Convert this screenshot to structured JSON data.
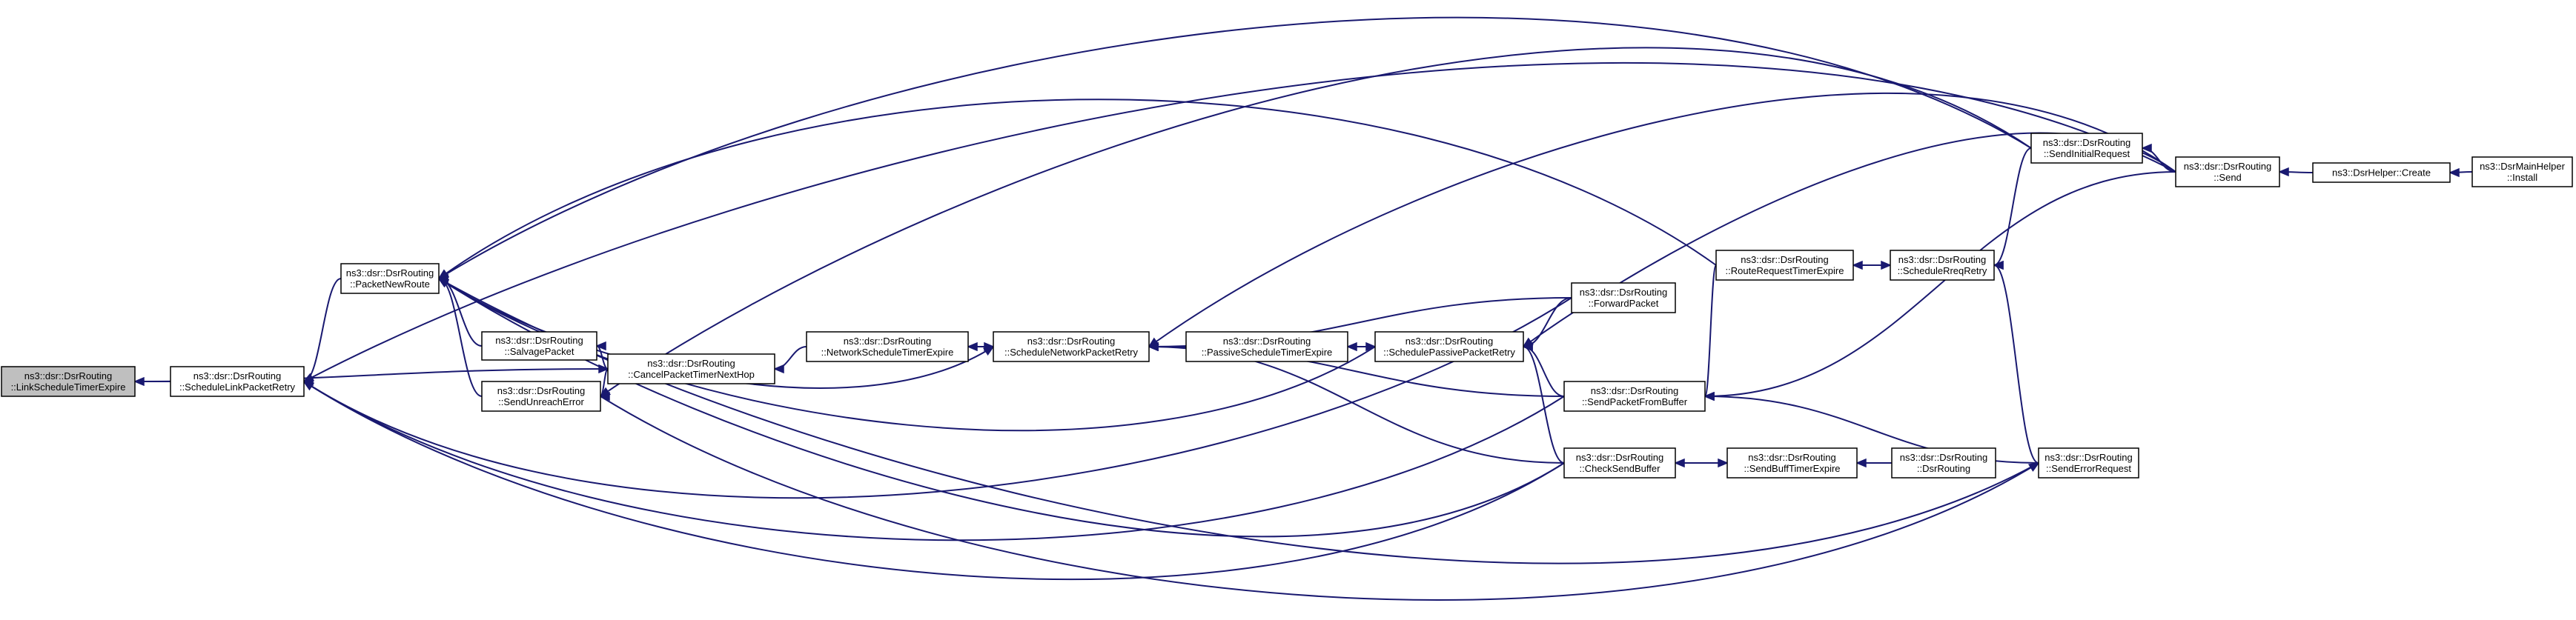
{
  "graph": {
    "edge_color": "#191970",
    "root_fill": "#bfbfbf",
    "node_fill": "#ffffff",
    "nodes": [
      {
        "id": "link_schedule_timer_expire",
        "lines": [
          "ns3::dsr::DsrRouting",
          "::LinkScheduleTimerExpire"
        ],
        "root": true
      },
      {
        "id": "schedule_link_packet_retry",
        "lines": [
          "ns3::dsr::DsrRouting",
          "::ScheduleLinkPacketRetry"
        ]
      },
      {
        "id": "packet_new_route",
        "lines": [
          "ns3::dsr::DsrRouting",
          "::PacketNewRoute"
        ]
      },
      {
        "id": "salvage_packet",
        "lines": [
          "ns3::dsr::DsrRouting",
          "::SalvagePacket"
        ]
      },
      {
        "id": "send_unreach_error",
        "lines": [
          "ns3::dsr::DsrRouting",
          "::SendUnreachError"
        ]
      },
      {
        "id": "cancel_packet_timer_next_hop",
        "lines": [
          "ns3::dsr::DsrRouting",
          "::CancelPacketTimerNextHop"
        ]
      },
      {
        "id": "network_schedule_timer_expire",
        "lines": [
          "ns3::dsr::DsrRouting",
          "::NetworkScheduleTimerExpire"
        ]
      },
      {
        "id": "schedule_network_packet_retry",
        "lines": [
          "ns3::dsr::DsrRouting",
          "::ScheduleNetworkPacketRetry"
        ]
      },
      {
        "id": "passive_schedule_timer_expire",
        "lines": [
          "ns3::dsr::DsrRouting",
          "::PassiveScheduleTimerExpire"
        ]
      },
      {
        "id": "schedule_passive_packet_retry",
        "lines": [
          "ns3::dsr::DsrRouting",
          "::SchedulePassivePacketRetry"
        ]
      },
      {
        "id": "forward_packet",
        "lines": [
          "ns3::dsr::DsrRouting",
          "::ForwardPacket"
        ]
      },
      {
        "id": "send_packet_from_buffer",
        "lines": [
          "ns3::dsr::DsrRouting",
          "::SendPacketFromBuffer"
        ]
      },
      {
        "id": "check_send_buffer",
        "lines": [
          "ns3::dsr::DsrRouting",
          "::CheckSendBuffer"
        ]
      },
      {
        "id": "send_buff_timer_expire",
        "lines": [
          "ns3::dsr::DsrRouting",
          "::SendBuffTimerExpire"
        ]
      },
      {
        "id": "dsr_routing_ctor",
        "lines": [
          "ns3::dsr::DsrRouting",
          "::DsrRouting"
        ]
      },
      {
        "id": "route_request_timer_expire",
        "lines": [
          "ns3::dsr::DsrRouting",
          "::RouteRequestTimerExpire"
        ]
      },
      {
        "id": "schedule_rreq_retry",
        "lines": [
          "ns3::dsr::DsrRouting",
          "::ScheduleRreqRetry"
        ]
      },
      {
        "id": "send_initial_request",
        "lines": [
          "ns3::dsr::DsrRouting",
          "::SendInitialRequest"
        ]
      },
      {
        "id": "send_error_request",
        "lines": [
          "ns3::dsr::DsrRouting",
          "::SendErrorRequest"
        ]
      },
      {
        "id": "send",
        "lines": [
          "ns3::dsr::DsrRouting",
          "::Send"
        ]
      },
      {
        "id": "dsr_helper_create",
        "lines": [
          "ns3::DsrHelper::Create"
        ]
      },
      {
        "id": "dsr_main_helper_install",
        "lines": [
          "ns3::DsrMainHelper",
          "::Install"
        ]
      }
    ],
    "edges": [
      [
        "schedule_link_packet_retry",
        "link_schedule_timer_expire"
      ],
      [
        "link_schedule_timer_expire",
        "cancel_packet_timer_next_hop"
      ],
      [
        "packet_new_route",
        "schedule_link_packet_retry"
      ],
      [
        "forward_packet",
        "schedule_link_packet_retry"
      ],
      [
        "send",
        "schedule_link_packet_retry"
      ],
      [
        "send_packet_from_buffer",
        "schedule_link_packet_retry"
      ],
      [
        "check_send_buffer",
        "schedule_link_packet_retry"
      ],
      [
        "salvage_packet",
        "packet_new_route"
      ],
      [
        "send_unreach_error",
        "packet_new_route"
      ],
      [
        "send_initial_request",
        "packet_new_route"
      ],
      [
        "route_request_timer_expire",
        "packet_new_route"
      ],
      [
        "schedule_passive_packet_retry",
        "packet_new_route"
      ],
      [
        "check_send_buffer",
        "packet_new_route"
      ],
      [
        "send_error_request",
        "packet_new_route"
      ],
      [
        "packet_new_route",
        "schedule_network_packet_retry"
      ],
      [
        "cancel_packet_timer_next_hop",
        "salvage_packet"
      ],
      [
        "cancel_packet_timer_next_hop",
        "send_unreach_error"
      ],
      [
        "send_initial_request",
        "send_unreach_error"
      ],
      [
        "send_unreach_error",
        "send_error_request"
      ],
      [
        "network_schedule_timer_expire",
        "cancel_packet_timer_next_hop"
      ],
      [
        "schedule_network_packet_retry",
        "network_schedule_timer_expire"
      ],
      [
        "network_schedule_timer_expire",
        "schedule_network_packet_retry"
      ],
      [
        "passive_schedule_timer_expire",
        "schedule_network_packet_retry"
      ],
      [
        "forward_packet",
        "schedule_network_packet_retry"
      ],
      [
        "send",
        "schedule_network_packet_retry"
      ],
      [
        "send_packet_from_buffer",
        "schedule_network_packet_retry"
      ],
      [
        "check_send_buffer",
        "schedule_network_packet_retry"
      ],
      [
        "schedule_passive_packet_retry",
        "passive_schedule_timer_expire"
      ],
      [
        "passive_schedule_timer_expire",
        "schedule_passive_packet_retry"
      ],
      [
        "forward_packet",
        "schedule_passive_packet_retry"
      ],
      [
        "send_packet_from_buffer",
        "schedule_passive_packet_retry"
      ],
      [
        "send",
        "schedule_passive_packet_retry"
      ],
      [
        "check_send_buffer",
        "schedule_passive_packet_retry"
      ],
      [
        "route_request_timer_expire",
        "send_packet_from_buffer"
      ],
      [
        "send_error_request",
        "send_packet_from_buffer"
      ],
      [
        "send",
        "send_packet_from_buffer"
      ],
      [
        "send_buff_timer_expire",
        "check_send_buffer"
      ],
      [
        "check_send_buffer",
        "send_buff_timer_expire"
      ],
      [
        "dsr_routing_ctor",
        "send_buff_timer_expire"
      ],
      [
        "schedule_rreq_retry",
        "route_request_timer_expire"
      ],
      [
        "route_request_timer_expire",
        "schedule_rreq_retry"
      ],
      [
        "send_initial_request",
        "schedule_rreq_retry"
      ],
      [
        "send_error_request",
        "schedule_rreq_retry"
      ],
      [
        "send",
        "send_initial_request"
      ],
      [
        "dsr_helper_create",
        "send"
      ],
      [
        "dsr_main_helper_install",
        "dsr_helper_create"
      ]
    ]
  }
}
